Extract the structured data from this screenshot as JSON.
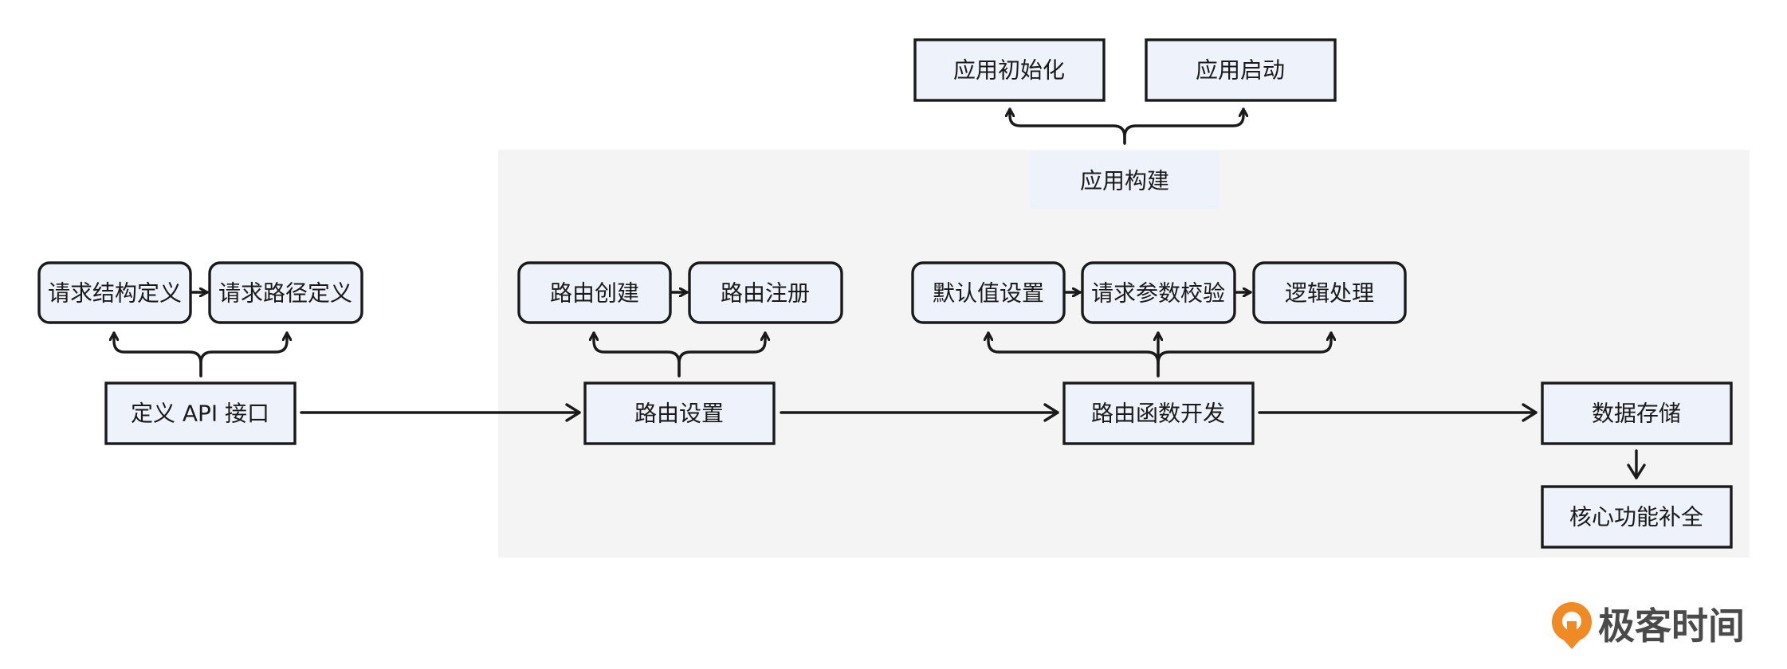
{
  "colors": {
    "node_fill": "#eef2fa",
    "stroke": "#1a1a1a",
    "panel": "#f4f4f4",
    "logo_orange": "#f08a24",
    "logo_text": "#4a4a4a"
  },
  "panel": {
    "label": "应用构建"
  },
  "nodes": {
    "app_init": "应用初始化",
    "app_start": "应用启动",
    "req_struct": "请求结构定义",
    "req_path": "请求路径定义",
    "define_api": "定义 API 接口",
    "route_create": "路由创建",
    "route_register": "路由注册",
    "route_setup": "路由设置",
    "default_value": "默认值设置",
    "param_validate": "请求参数校验",
    "logic": "逻辑处理",
    "route_func": "路由函数开发",
    "data_storage": "数据存储",
    "core_complete": "核心功能补全"
  },
  "logo": {
    "text": "极客时间",
    "icon": "geektime-logo-icon"
  }
}
